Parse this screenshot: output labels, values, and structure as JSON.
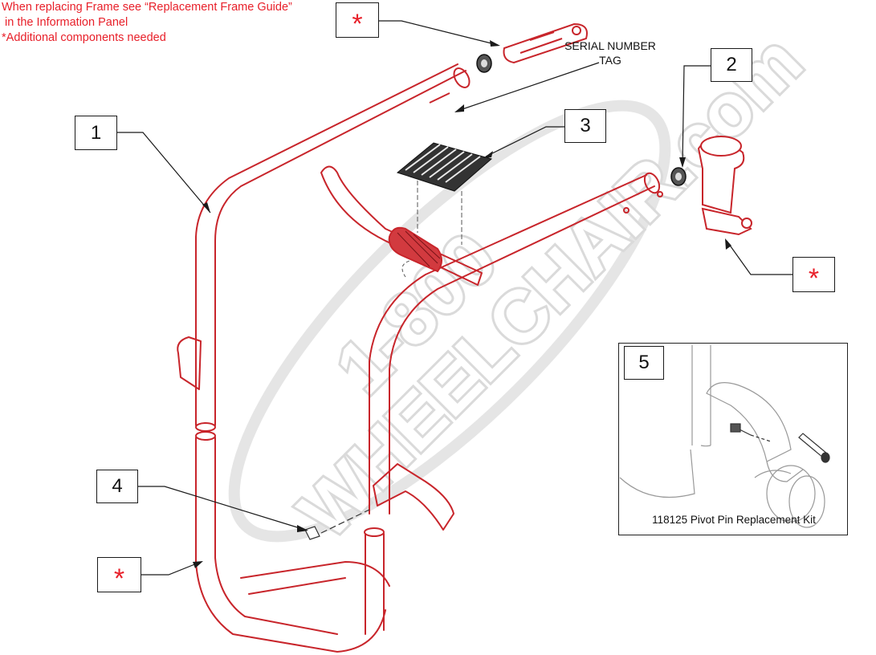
{
  "notes": {
    "line1": "When replacing Frame see “Replacement Frame Guide”",
    "line2": " in the Information Panel",
    "line3": "*Additional components needed"
  },
  "callouts": {
    "frame": "1",
    "bushing": "2",
    "label_plate": "3",
    "pin": "4",
    "pivot_kit": "5",
    "star": "*"
  },
  "serial_tag": {
    "line1": "SERIAL NUMBER",
    "line2": "TAG"
  },
  "inset": {
    "caption": "118125 Pivot Pin Replacement Kit"
  },
  "watermark": {
    "line1": "1-800",
    "line2": "WHEELCHAIR.com"
  },
  "colors": {
    "part": "#c8252b",
    "note": "#e8202a",
    "outline": "#1a1a1a",
    "watermark": "#d9d9d9"
  }
}
